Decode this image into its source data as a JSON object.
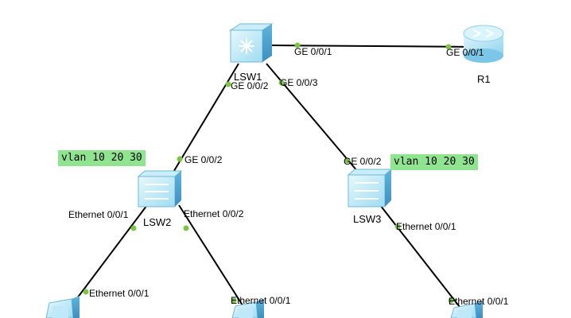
{
  "colors": {
    "link": "#000000",
    "port_dot": "#7cc444",
    "vlan_bg": "#8fe58f",
    "device_light": "#d6f2fb",
    "device_mid": "#8fd6ef",
    "device_dark": "#4ba3cf"
  },
  "nodes": {
    "lsw1": {
      "label": "LSW1",
      "icon": "core-switch-icon"
    },
    "r1": {
      "label": "R1",
      "icon": "router-icon"
    },
    "lsw2": {
      "label": "LSW2",
      "icon": "access-switch-icon"
    },
    "lsw3": {
      "label": "LSW3",
      "icon": "access-switch-icon"
    },
    "pc1": {
      "icon": "pc-icon"
    },
    "pc2": {
      "icon": "pc-icon"
    },
    "pc3": {
      "icon": "pc-icon"
    }
  },
  "ports": {
    "lsw1_r1": "GE 0/0/1",
    "r1_lsw1": "GE 0/0/1",
    "lsw1_lsw2": "GE 0/0/2",
    "lsw1_lsw3": "GE 0/0/3",
    "lsw2_up": "GE 0/0/2",
    "lsw3_up": "GE 0/0/2",
    "lsw2_left": "Ethernet 0/0/1",
    "lsw2_right": "Ethernet 0/0/2",
    "lsw3_down": "Ethernet 0/0/1",
    "pc1_port": "Ethernet 0/0/1",
    "pc2_port": "Ethernet 0/0/1",
    "pc3_port": "Ethernet 0/0/1"
  },
  "vlan_notes": {
    "lsw2": "vlan 10 20 30",
    "lsw3": "vlan 10 20 30"
  }
}
